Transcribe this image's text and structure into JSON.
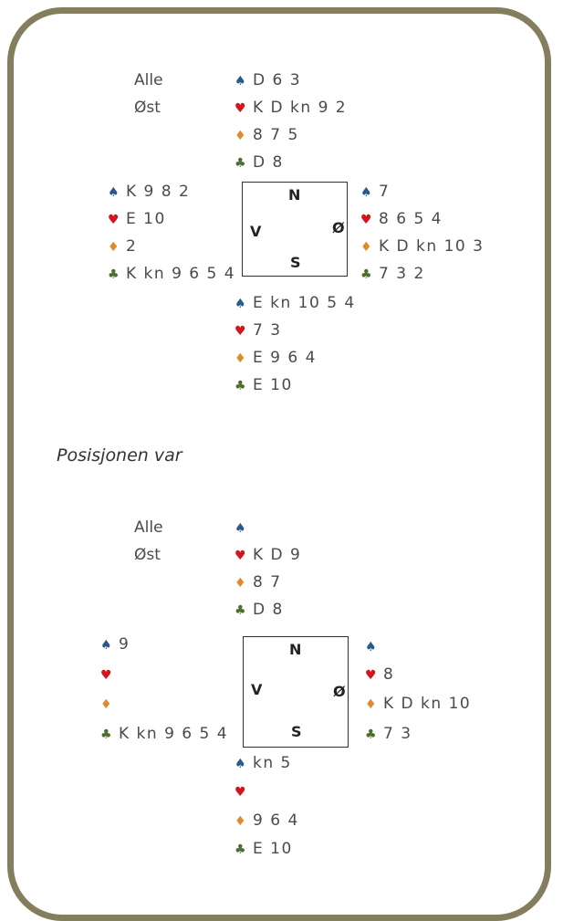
{
  "diagram1": {
    "dealer_line1": "Alle",
    "dealer_line2": "Øst",
    "north": {
      "spades": "D 6 3",
      "hearts": "K D kn 9 2",
      "diamonds": "8 7 5",
      "clubs": "D 8"
    },
    "west": {
      "spades": "K 9 8 2",
      "hearts": "E 10",
      "diamonds": "2",
      "clubs": "K kn 9 6 5 4"
    },
    "east": {
      "spades": "7",
      "hearts": "8 6 5 4",
      "diamonds": "K D kn 10 3",
      "clubs": "7 3 2"
    },
    "south": {
      "spades": "E kn 10 5 4",
      "hearts": "7 3",
      "diamonds": "E 9 6 4",
      "clubs": "E 10"
    },
    "compass": {
      "n": "N",
      "s": "S",
      "v": "V",
      "o": "Ø"
    }
  },
  "caption": "Posisjonen var",
  "diagram2": {
    "dealer_line1": "Alle",
    "dealer_line2": "Øst",
    "north": {
      "spades": "",
      "hearts": "K D 9",
      "diamonds": "8 7",
      "clubs": "D 8"
    },
    "west": {
      "spades": "9",
      "hearts": "",
      "diamonds": "",
      "clubs": "K kn 9 6 5 4"
    },
    "east": {
      "spades": "",
      "hearts": "8",
      "diamonds": "K D kn 10",
      "clubs": "7 3"
    },
    "south": {
      "spades": "kn 5",
      "hearts": "",
      "diamonds": "9 6 4",
      "clubs": "E 10"
    },
    "compass": {
      "n": "N",
      "s": "S",
      "v": "V",
      "o": "Ø"
    }
  },
  "suit_symbols": {
    "spades": "♠",
    "hearts": "♥",
    "diamonds": "♦",
    "clubs": "♣"
  },
  "suit_colors": {
    "spades": "#2a5a8c",
    "hearts": "#d4161c",
    "diamonds": "#e08a2a",
    "clubs": "#4a6e2c"
  }
}
